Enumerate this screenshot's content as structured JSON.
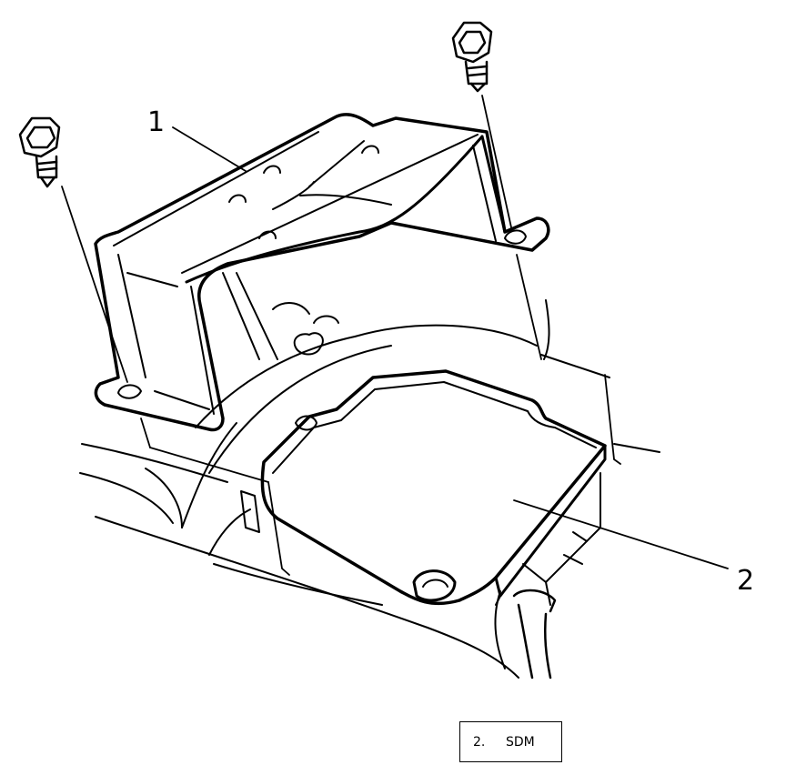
{
  "diagram": {
    "callouts": [
      {
        "id": "1",
        "label": "1"
      },
      {
        "id": "2",
        "label": "2"
      }
    ]
  },
  "legend": {
    "entries": [
      {
        "number": "2.",
        "text": "SDM"
      }
    ]
  }
}
